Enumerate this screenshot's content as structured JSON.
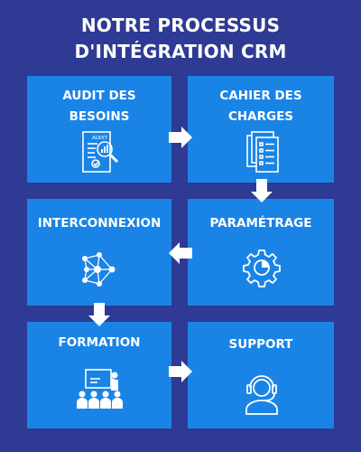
{
  "title_line1": "NOTRE PROCESSUS",
  "title_line2": "D'INTÉGRATION CRM",
  "steps": [
    {
      "label_line1": "AUDIT DES",
      "label_line2": "BESOINS",
      "icon": "audit-document-magnifier-icon",
      "icon_text": "AUDIT"
    },
    {
      "label_line1": "CAHIER DES",
      "label_line2": "CHARGES",
      "icon": "checklist-document-icon"
    },
    {
      "label_line1": "INTERCONNEXION",
      "icon": "network-nodes-icon"
    },
    {
      "label_line1": "PARAMÉTRAGE",
      "icon": "gear-settings-icon"
    },
    {
      "label_line1": "FORMATION",
      "icon": "training-presentation-icon"
    },
    {
      "label_line1": "SUPPORT",
      "icon": "headset-support-icon"
    }
  ],
  "colors": {
    "background": "#2e3a93",
    "box": "#1a84e6",
    "text": "#ffffff",
    "arrow": "#ffffff"
  }
}
